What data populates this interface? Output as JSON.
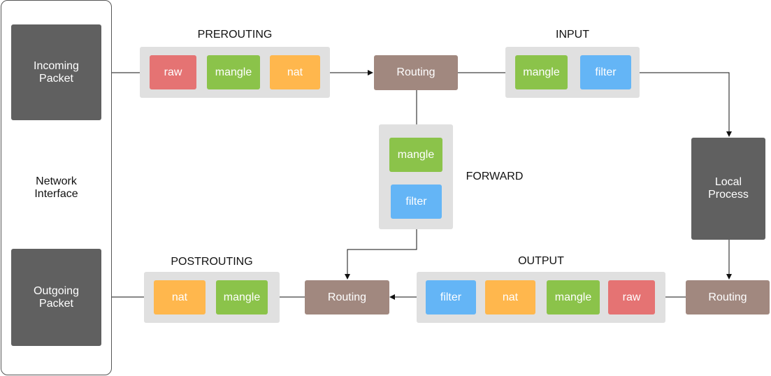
{
  "network_interface": {
    "label": "Network\nInterface",
    "incoming": "Incoming\nPacket",
    "outgoing": "Outgoing\nPacket"
  },
  "prerouting": {
    "title": "PREROUTING",
    "tables": [
      "raw",
      "mangle",
      "nat"
    ]
  },
  "input": {
    "title": "INPUT",
    "tables": [
      "mangle",
      "filter"
    ]
  },
  "forward": {
    "title": "FORWARD",
    "tables": [
      "mangle",
      "filter"
    ]
  },
  "output": {
    "title": "OUTPUT",
    "tables": [
      "filter",
      "nat",
      "mangle",
      "raw"
    ]
  },
  "postrouting": {
    "title": "POSTROUTING",
    "tables": [
      "nat",
      "mangle"
    ]
  },
  "routing_label": "Routing",
  "local_process": "Local\nProcess",
  "colors": {
    "raw": "#e57373",
    "mangle": "#8bc34a",
    "nat": "#ffb74d",
    "filter": "#64b5f6",
    "routing": "#a1887f",
    "process": "#606060",
    "group": "#e0e0e0"
  }
}
